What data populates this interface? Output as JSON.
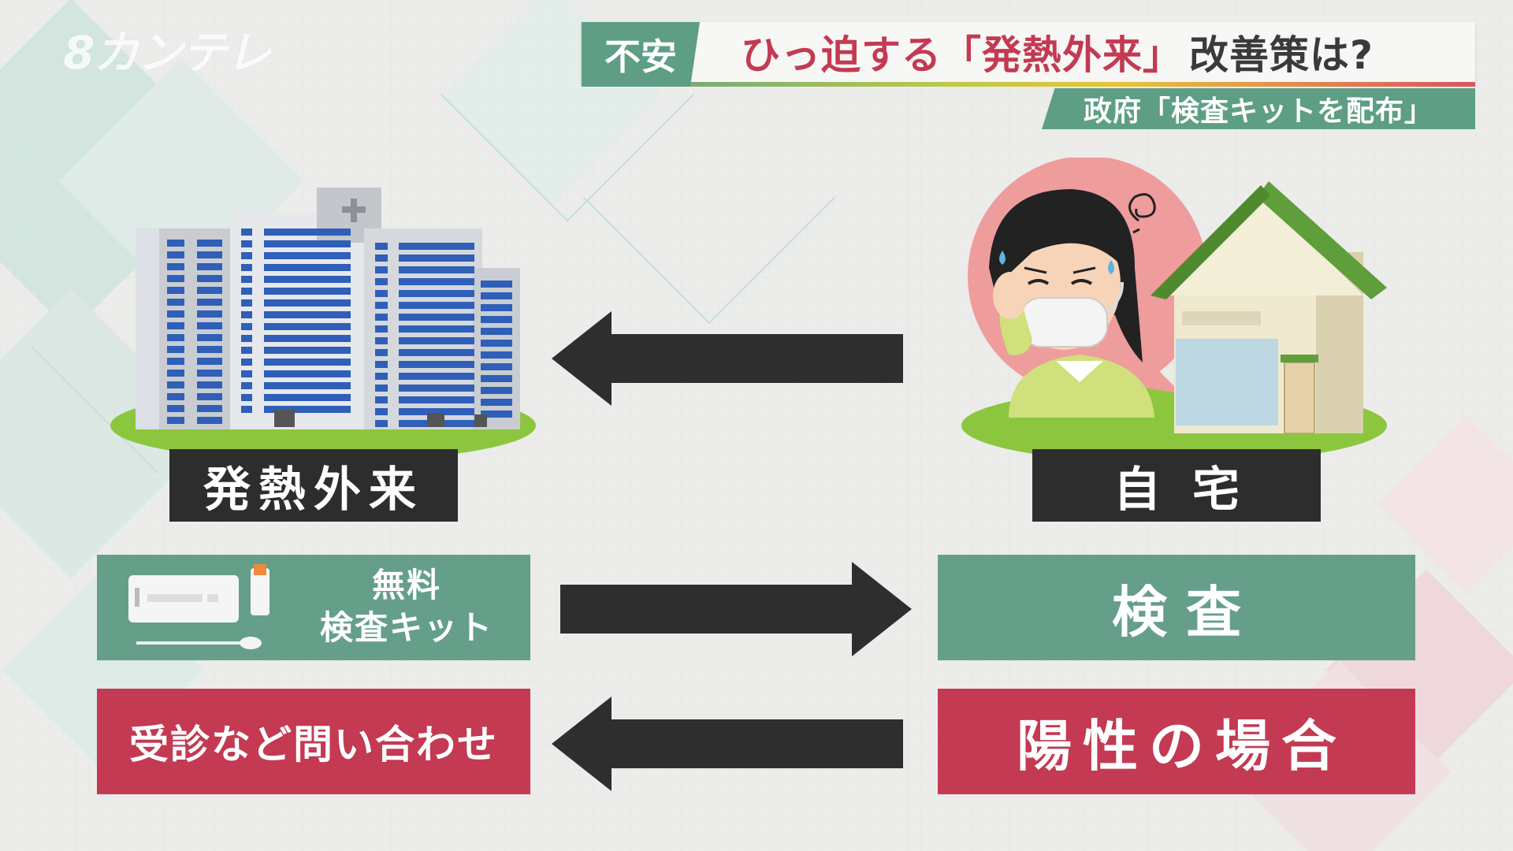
{
  "logo": {
    "text": "8カンテレ"
  },
  "title": {
    "tag": "不安",
    "main": "ひっ迫する「発熱外来」",
    "rest": "改善策は?"
  },
  "subtitle": "政府「検査キットを配布」",
  "labels": {
    "fever_clinic": "発熱外来",
    "home": "自宅"
  },
  "boxes": {
    "kit_line1": "無料",
    "kit_line2": "検査キット",
    "test": "検査",
    "consult": "受診など問い合わせ",
    "positive": "陽性の場合"
  },
  "arrows": [
    {
      "from": "home",
      "to": "fever_clinic"
    },
    {
      "from": "kit",
      "to": "test"
    },
    {
      "from": "positive",
      "to": "consult"
    }
  ],
  "icons": [
    "hospital-icon",
    "worried-woman-icon",
    "house-icon",
    "test-kit-icon"
  ],
  "colors": {
    "green": "#659f8a",
    "red": "#c33a52",
    "dark": "#2d2d2d",
    "arrow": "#2e2e2e",
    "grass": "#8cc63f"
  }
}
